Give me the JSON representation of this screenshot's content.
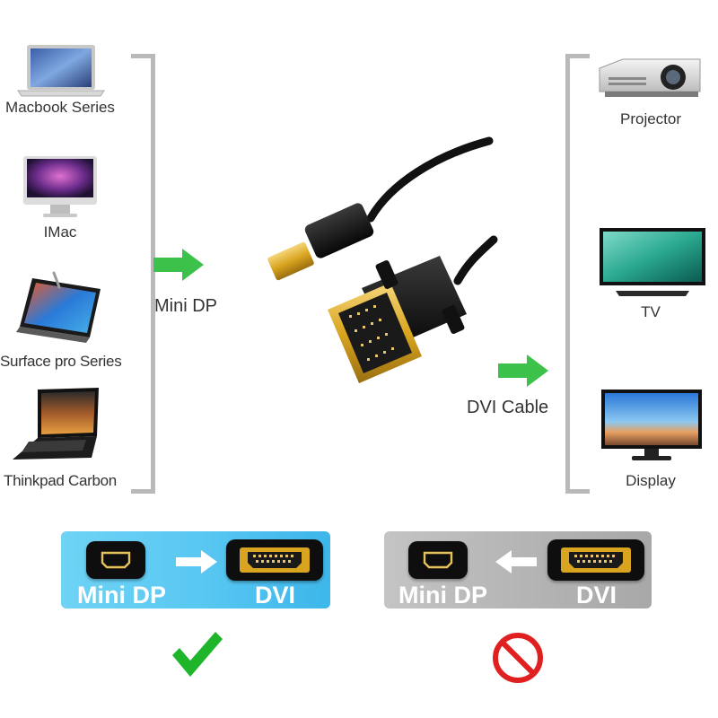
{
  "sources": [
    {
      "label": "Macbook Series",
      "icon": "laptop-icon"
    },
    {
      "label": "IMac",
      "icon": "imac-icon"
    },
    {
      "label": "Surface pro Series",
      "icon": "tablet-icon"
    },
    {
      "label": "Thinkpad Carbon",
      "icon": "laptop-icon"
    }
  ],
  "targets": [
    {
      "label": "Projector",
      "icon": "projector-icon"
    },
    {
      "label": "TV",
      "icon": "tv-icon"
    },
    {
      "label": "Display",
      "icon": "monitor-icon"
    }
  ],
  "connector_labels": {
    "left": "Mini DP",
    "right": "DVI Cable"
  },
  "direction_panels": [
    {
      "from": "Mini DP",
      "to": "DVI",
      "status": "supported",
      "status_icon": "check-icon"
    },
    {
      "from": "Mini DP",
      "to": "DVI",
      "status": "not-supported",
      "status_icon": "no-entry-icon"
    }
  ],
  "colors": {
    "arrow_green": "#3cc24a",
    "check_green": "#1fb52a",
    "prohibit_red": "#e02020",
    "supported_panel": "#6fd3f5",
    "unsupported_panel": "#b8b8b8",
    "bracket": "#b9b9b9",
    "gold": "#d9a520"
  }
}
